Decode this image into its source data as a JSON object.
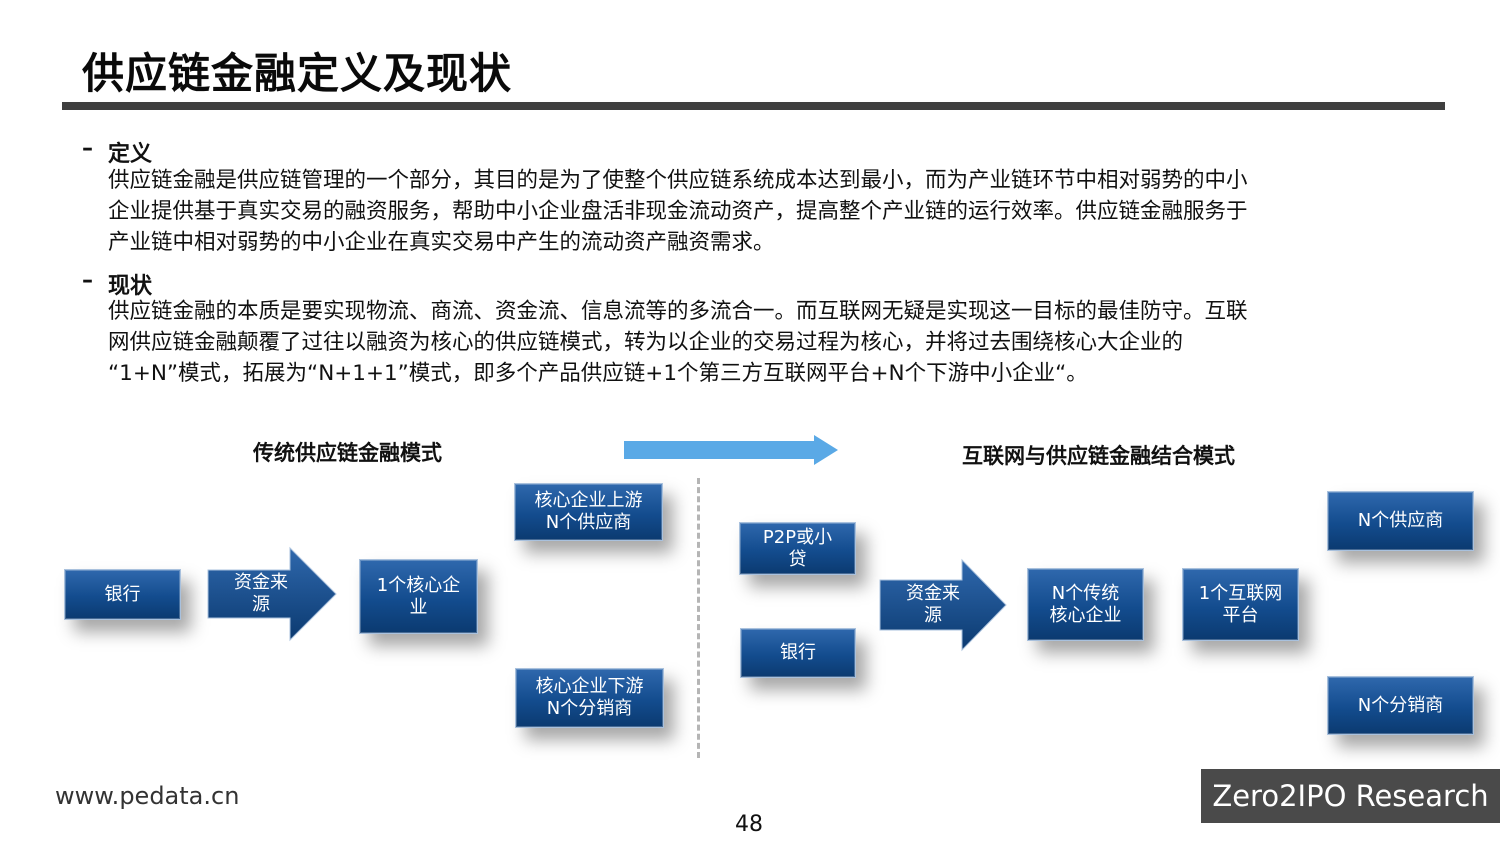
{
  "title": "供应链金融定义及现状",
  "sections": [
    {
      "dash": "–",
      "heading": "定义",
      "lines": [
        "供应链金融是供应链管理的一个部分，其目的是为了使整个供应链系统成本达到最小，而为产业链环节中相对弱势的中小",
        "企业提供基于真实交易的融资服务，帮助中小企业盘活非现金流动资产，提高整个产业链的运行效率。供应链金融服务于",
        "产业链中相对弱势的中小企业在真实交易中产生的流动资产融资需求。"
      ]
    },
    {
      "dash": "–",
      "heading": "现状",
      "lines": [
        "供应链金融的本质是要实现物流、商流、资金流、信息流等的多流合一。而互联网无疑是实现这一目标的最佳防守。互联",
        "网供应链金融颠覆了过往以融资为核心的供应链模式，转为以企业的交易过程为核心，并将过去围绕核心大企业的",
        "“1+N”模式，拓展为“N+1+1”模式，即多个产品供应链+1个第三方互联网平台+N个下游中小企业“。"
      ]
    }
  ],
  "diagram": {
    "traditional": {
      "title": "传统供应链金融模式",
      "bank": "银行",
      "fund_source": [
        "资金来",
        "源"
      ],
      "core": [
        "1个核心企",
        "业"
      ],
      "upstream": [
        "核心企业上游",
        "N个供应商"
      ],
      "downstream": [
        "核心企业下游",
        "N个分销商"
      ]
    },
    "internet": {
      "title": "互联网与供应链金融结合模式",
      "p2p": [
        "P2P或小",
        "贷"
      ],
      "bank": "银行",
      "fund_source": [
        "资金来",
        "源"
      ],
      "core": [
        "N个传统",
        "核心企业"
      ],
      "platform": [
        "1个互联网",
        "平台"
      ],
      "suppliers": "N个供应商",
      "distributors": "N个分销商"
    },
    "colors": {
      "box_top": "#2f68ad",
      "box_bottom": "#0b3a70",
      "transition_arrow": "#5aa9e6"
    }
  },
  "footer": {
    "url": "www.pedata.cn",
    "page": "48",
    "brand": "Zero2IPO Research"
  }
}
